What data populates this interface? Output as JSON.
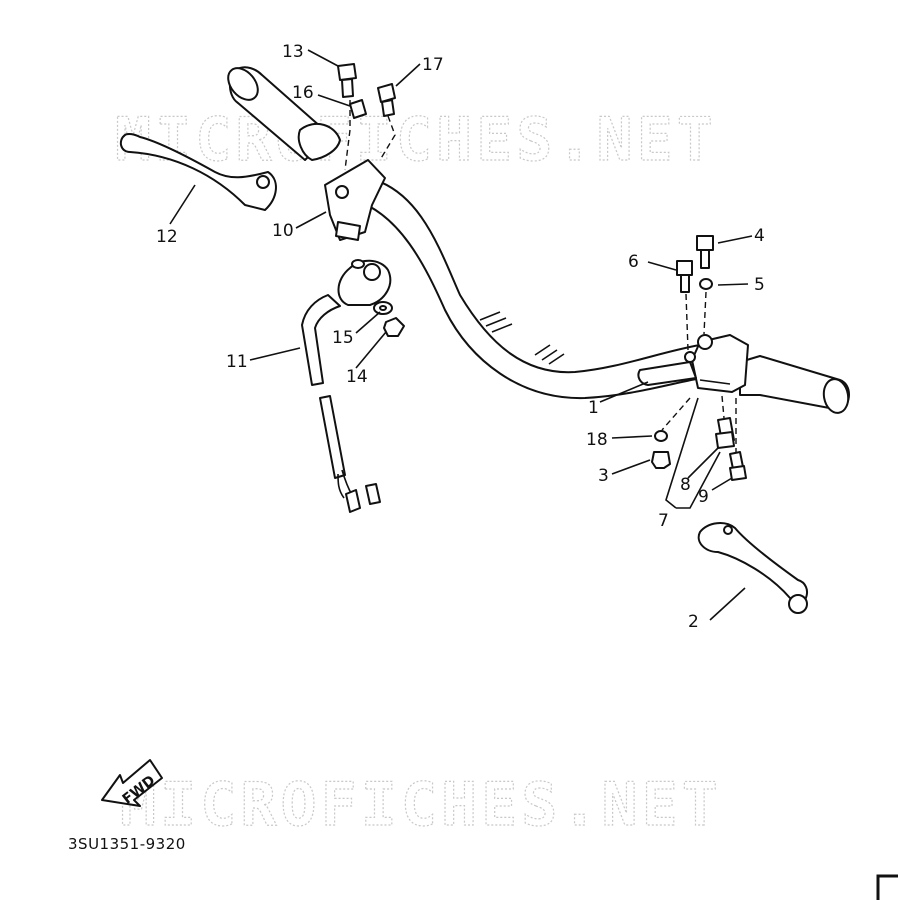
{
  "watermark_text": "MICROFICHES.NET",
  "diagram_code": "3SU1351-9320",
  "fwd_label": "FWD",
  "callouts": {
    "c1": "1",
    "c2": "2",
    "c3": "3",
    "c4": "4",
    "c5": "5",
    "c6": "6",
    "c7": "7",
    "c8": "8",
    "c9": "9",
    "c10": "10",
    "c11": "11",
    "c12": "12",
    "c13": "13",
    "c14": "14",
    "c15": "15",
    "c16": "16",
    "c17": "17",
    "c18": "18"
  }
}
